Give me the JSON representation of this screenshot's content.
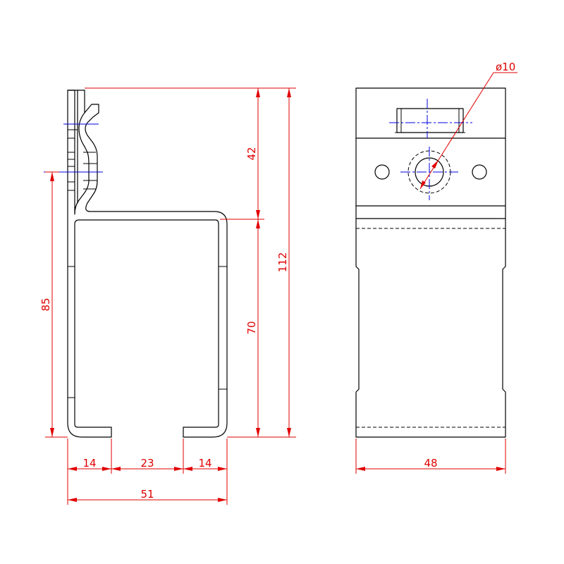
{
  "dimensions": {
    "side_view": {
      "overall_height": "112",
      "upper_height": "42",
      "lower_height": "70",
      "hook_height": "85",
      "flange_left": "14",
      "opening": "23",
      "flange_right": "14",
      "overall_width": "51"
    },
    "front_view": {
      "width": "48",
      "hole_diameter": "ø10"
    }
  },
  "colors": {
    "object": "#000000",
    "dimension": "#e00000",
    "centerline": "#0000e0",
    "background": "#ffffff"
  }
}
